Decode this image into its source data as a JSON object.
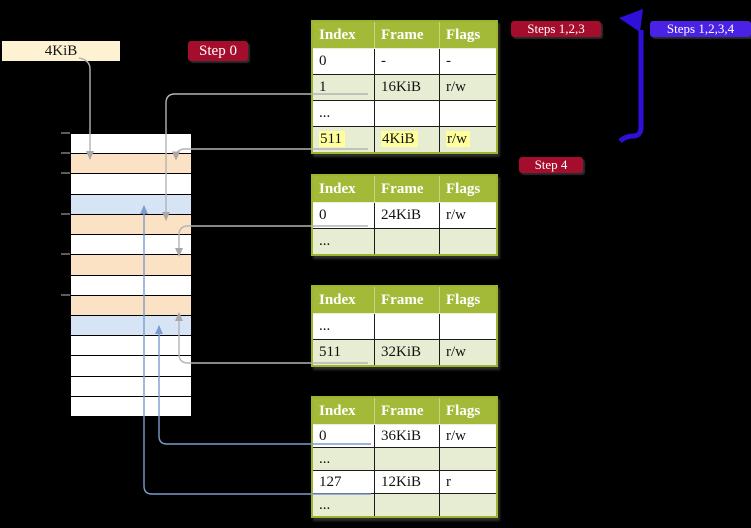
{
  "frame_label": "4KiB",
  "badges": {
    "step0": "Step 0",
    "steps123": "Steps 1,2,3",
    "steps1234": "Steps 1,2,3,4",
    "step4": "Step 4"
  },
  "table_headers": [
    "Index",
    "Frame",
    "Flags"
  ],
  "page_tables": [
    {
      "name": "page-table-1",
      "rows": [
        [
          "0",
          "-",
          "-"
        ],
        [
          "1",
          "16KiB",
          "r/w"
        ],
        [
          "...",
          "",
          ""
        ],
        [
          "511",
          "4KiB",
          "r/w"
        ]
      ],
      "shaded": [
        1,
        3
      ],
      "highlight_row": 3
    },
    {
      "name": "page-table-2",
      "rows": [
        [
          "0",
          "24KiB",
          "r/w"
        ],
        [
          "...",
          "",
          ""
        ]
      ],
      "shaded": [
        1
      ],
      "highlight_row": -1
    },
    {
      "name": "page-table-3",
      "rows": [
        [
          "...",
          "",
          ""
        ],
        [
          "511",
          "32KiB",
          "r/w"
        ]
      ],
      "shaded": [
        1
      ],
      "highlight_row": -1
    },
    {
      "name": "page-table-4",
      "rows": [
        [
          "0",
          "36KiB",
          "r/w"
        ],
        [
          "...",
          "",
          ""
        ],
        [
          "127",
          "12KiB",
          "r"
        ],
        [
          "...",
          "",
          ""
        ]
      ],
      "shaded": [
        1,
        3
      ],
      "highlight_row": -1
    }
  ],
  "memory_rows": [
    "white",
    "peach",
    "white",
    "blue",
    "peach",
    "white",
    "peach",
    "white",
    "peach",
    "blue",
    "white",
    "white",
    "white",
    "white"
  ],
  "colors": {
    "white": "#ffffff",
    "peach": "#fbe2c5",
    "blue": "#d6e4f5",
    "header_green": "#a3ba38",
    "table_border": "#9cb42e",
    "shaded_row": "#e6edd2",
    "highlight_yellow": "#ffff9c",
    "badge_red": "#a50d2d",
    "badge_blue": "#4a22e6",
    "loop_arrow_blue": "#2e10d8",
    "connector_gray": "#b4b4b4",
    "connector_blue": "#7b9ccd",
    "frame_label_bg": "#fdf2d2"
  }
}
